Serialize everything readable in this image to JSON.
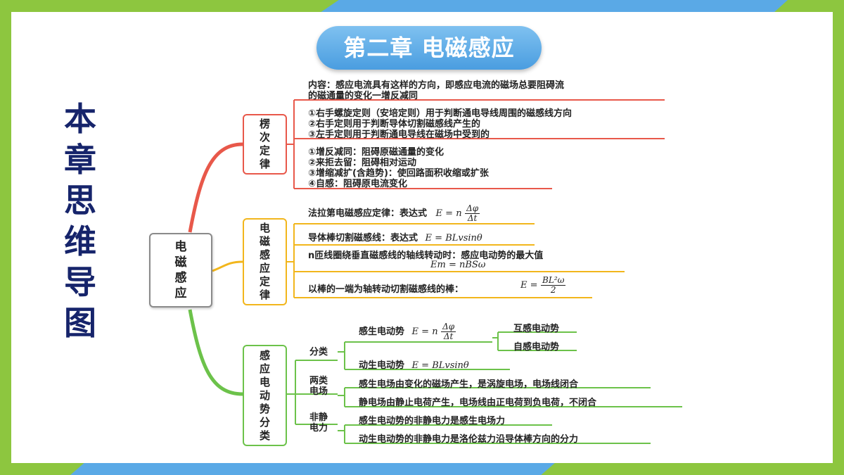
{
  "title": "第二章  电磁感应",
  "side_title": [
    "本",
    "章",
    "思",
    "维",
    "导",
    "图"
  ],
  "root": [
    "电",
    "磁",
    "感",
    "应"
  ],
  "branches": {
    "lenz": {
      "label": [
        "楞",
        "次",
        "定",
        "律"
      ],
      "content_line1": "内容：感应电流具有这样的方向，即感应电流的磁场总要阻碍流",
      "content_line2": "的磁通量的变化一增反减同",
      "rules": [
        "①右手螺旋定则（安培定则）用于判断通电导线周围的磁感线方向",
        "②右手定则用于判断导体切割磁感线产生的",
        "③左手定则用于判断通电导线在磁场中受到的"
      ],
      "meanings": [
        "①增反减同：阻碍原磁通量的变化",
        "②来拒去留：阻碍相对运动",
        "③增缩减扩(含趋势)：使回路面积收缩或扩张",
        "④自感：阻碍原电流变化"
      ]
    },
    "faraday": {
      "label": [
        "电",
        "磁",
        "感",
        "应",
        "定",
        "律"
      ],
      "law": "法拉第电磁感应定律：表达式",
      "law_formula_left": "E = n",
      "law_formula_num": "Δφ",
      "law_formula_den": "Δt",
      "rod": "导体棒切割磁感线：表达式",
      "rod_formula": "E = BLvsinθ",
      "coil": "n匝线圈绕垂直磁感线的轴线转动时：感应电动势的最大值",
      "coil_formula": "Em = nBSω",
      "rotate": "以棒的一端为轴转动切割磁感线的棒：",
      "rotate_formula_left": "E =",
      "rotate_formula_num": "BL²ω",
      "rotate_formula_den": "2"
    },
    "emf": {
      "label": [
        "感",
        "应",
        "电",
        "动",
        "势",
        "分",
        "类"
      ],
      "classify": "分类",
      "induced": "感生电动势",
      "induced_formula_left": "E = n",
      "induced_formula_num": "Δφ",
      "induced_formula_den": "Δt",
      "mutual": "互感电动势",
      "self": "自感电动势",
      "motional": "动生电动势",
      "motional_formula": "E = BLvsinθ",
      "two_fields": "两类\n电场",
      "field1": "感生电场由变化的磁场产生，是涡旋电场，电场线闭合",
      "field2": "静电场由静止电荷产生，电场线由正电荷到负电荷，不闭合",
      "nonstatic": "非静\n电力",
      "force1": "感生电动势的非静电力是感生电场力",
      "force2": "动生电动势的非静电力是洛伦兹力沿导体棒方向的分力"
    }
  },
  "colors": {
    "red": "#e8584a",
    "orange": "#f2b61c",
    "green": "#6cc24a",
    "blue": "#4a9de0",
    "navy": "#16246b"
  }
}
